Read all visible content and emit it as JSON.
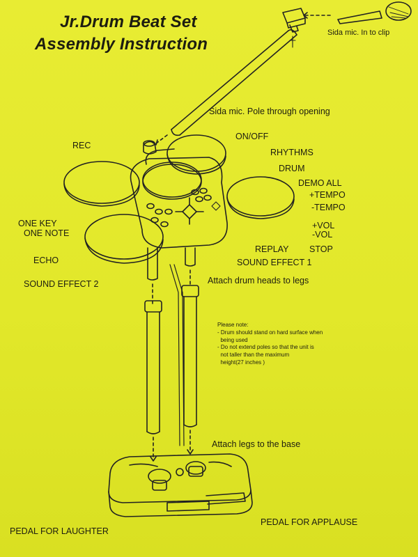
{
  "title": {
    "line1": "Jr.Drum Beat Set",
    "line2": "Assembly Instruction"
  },
  "labels": {
    "mic_clip": "Sida mic. In to clip",
    "mic_pole": "Sida mic. Pole through opening",
    "on_off": "ON/OFF",
    "rec": "REC",
    "rhythms": "RHYTHMS",
    "drum": "DRUM",
    "demo_all": "DEMO ALL",
    "tempo_up": "+TEMPO",
    "tempo_down": "-TEMPO",
    "one_key_1": "ONE KEY",
    "one_key_2": "ONE NOTE",
    "vol_up": "+VOL",
    "vol_down": "-VOL",
    "replay": "REPLAY",
    "stop": "STOP",
    "echo": "ECHO",
    "sound_effect_1": "SOUND EFFECT 1",
    "sound_effect_2": "SOUND EFFECT 2",
    "attach_heads": "Attach drum heads to legs",
    "attach_legs": "Attach legs to the base",
    "pedal_laughter": "PEDAL FOR LAUGHTER",
    "pedal_applause": "PEDAL FOR APPLAUSE"
  },
  "note": {
    "heading": "Please note:",
    "l1": "- Drum should stand on hard surface when",
    "l2": "  being used",
    "l3": "- Do not extend poles so that the unit is",
    "l4": "  not taller than the maximum",
    "l5": "  height(27 inches )"
  },
  "colors": {
    "background": "#e6eb2c",
    "ink": "#1d1d10"
  }
}
